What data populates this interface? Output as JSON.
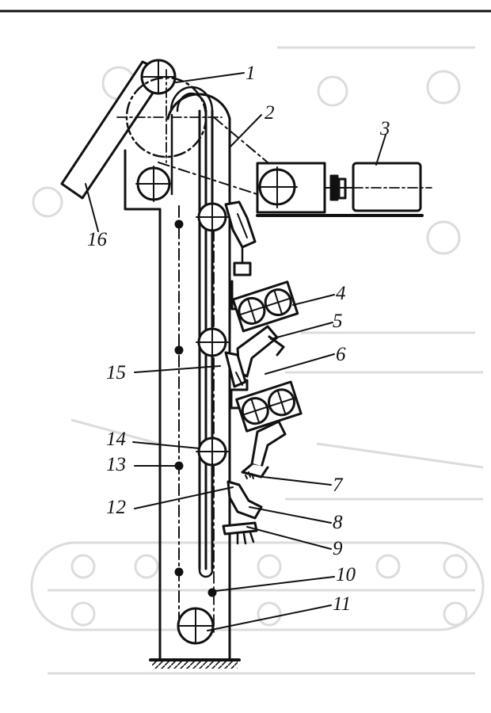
{
  "colors": {
    "ink": "#111111",
    "ghost": "#d9d9d9",
    "paper": "#ffffff"
  },
  "labels": {
    "l1": "1",
    "l2": "2",
    "l3": "3",
    "l4": "4",
    "l5": "5",
    "l6": "6",
    "l7": "7",
    "l8": "8",
    "l9": "9",
    "l10": "10",
    "l11": "11",
    "l12": "12",
    "l13": "13",
    "l14": "14",
    "l15": "15",
    "l16": "16"
  }
}
